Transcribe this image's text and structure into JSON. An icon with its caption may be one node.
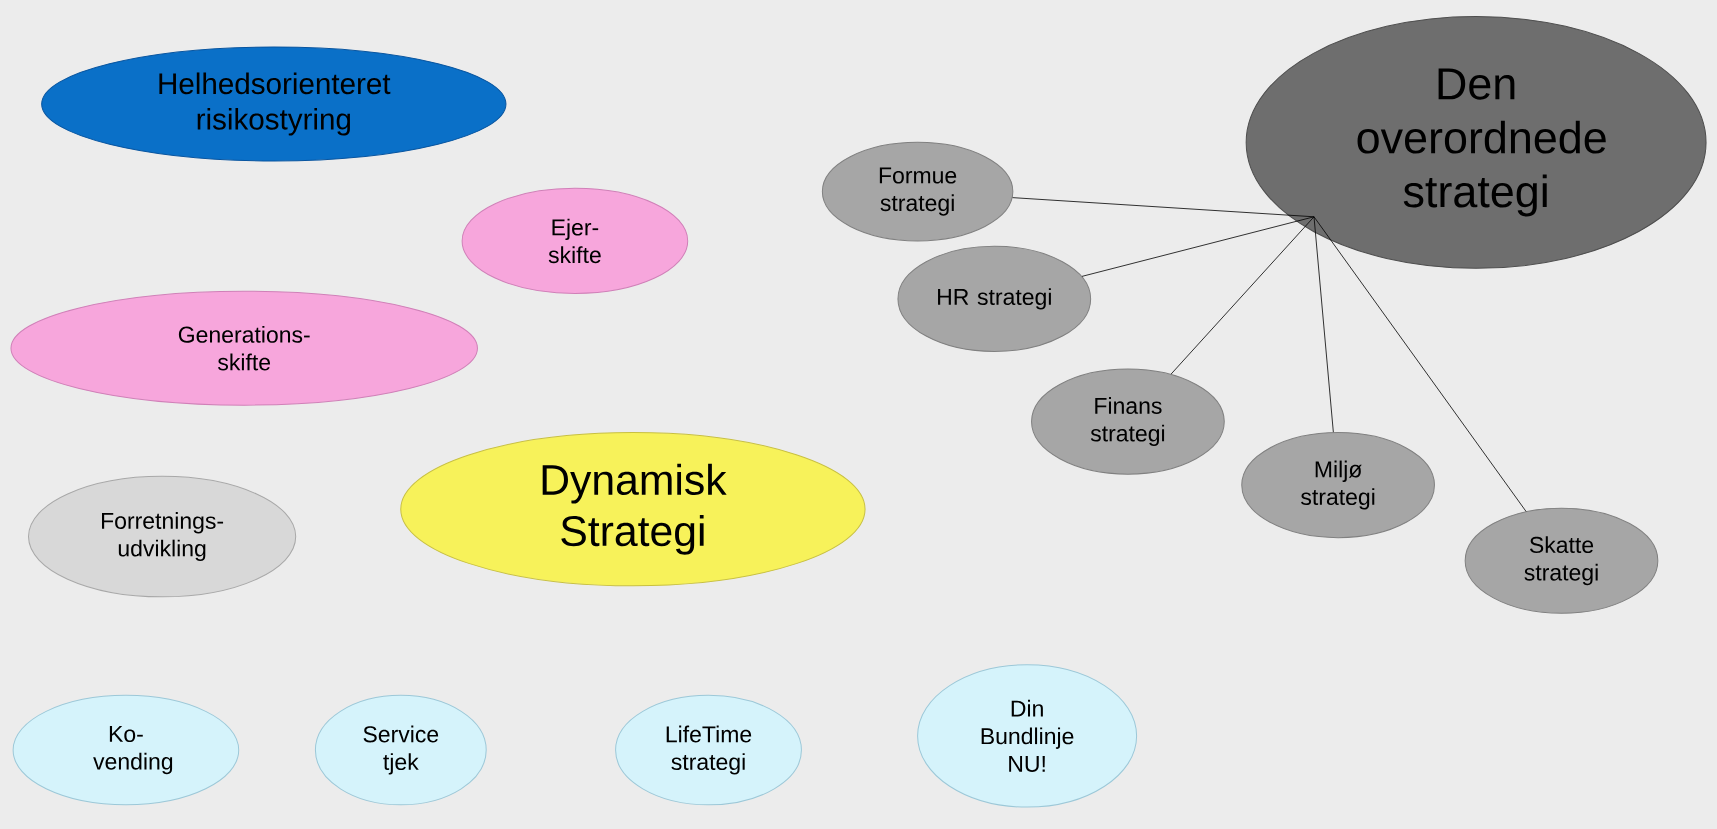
{
  "diagram": {
    "nodes": [
      {
        "text": [
          "Helhedsorienteret risikostyring"
        ]
      },
      {
        "text": [
          "Ejer-skifte"
        ]
      },
      {
        "text": [
          "Generations-skifte"
        ]
      },
      {
        "text": [
          "Dynamisk Strategi"
        ]
      },
      {
        "text": [
          "Forretnings-udvikling"
        ]
      },
      {
        "text": [
          "Ko-vending"
        ]
      },
      {
        "text": [
          "Service tjek"
        ]
      },
      {
        "text": [
          "LifeTime strategi"
        ]
      },
      {
        "text": [
          "Din Bundlinje NU!"
        ]
      },
      {
        "text": [
          "Den overordnede strategi"
        ]
      },
      {
        "text": [
          "Formue strategi"
        ]
      },
      {
        "text": [
          "HR strategi"
        ]
      },
      {
        "text": [
          "Finans strategi"
        ]
      },
      {
        "text": [
          "Miljø strategi"
        ]
      },
      {
        "text": [
          "Skatte strategi"
        ]
      }
    ],
    "edges": [
      {
        "from": 9,
        "to": 10,
        "arrow": "none"
      },
      {
        "from": 9,
        "to": 11,
        "arrow": "none"
      },
      {
        "from": 9,
        "to": 12,
        "arrow": "none"
      },
      {
        "from": 9,
        "to": 13,
        "arrow": "none"
      },
      {
        "from": 9,
        "to": 14,
        "arrow": "none"
      }
    ]
  }
}
